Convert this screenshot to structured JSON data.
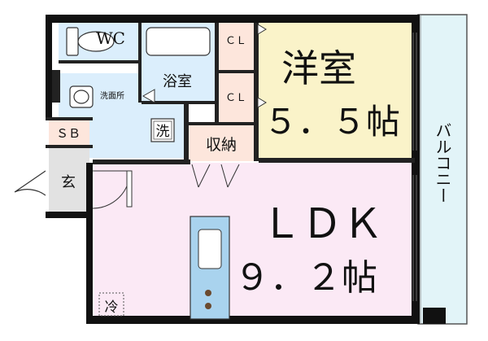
{
  "rooms": {
    "wc": "WC",
    "bath": "浴室",
    "washroom": "洗面所",
    "washer": "洗",
    "shoe_box": "ＳＢ",
    "entrance": "玄",
    "closet_1": "ＣＬ",
    "closet_2": "ＣＬ",
    "storage": "収納",
    "western_room": "洋室",
    "western_room_size": "５．５帖",
    "ldk": "ＬＤＫ",
    "ldk_size": "９．２帖",
    "fridge": "冷",
    "balcony": "バルコニー"
  },
  "colors": {
    "wall": "#111111",
    "western_room": "#faf3c9",
    "ldk": "#fbe9f5",
    "closet": "#fde6dc",
    "wet_area": "#dbeefc",
    "balcony": "#e2f4f8",
    "entrance": "#e2e2e2",
    "kitchen_counter": "#a9d3ee"
  }
}
